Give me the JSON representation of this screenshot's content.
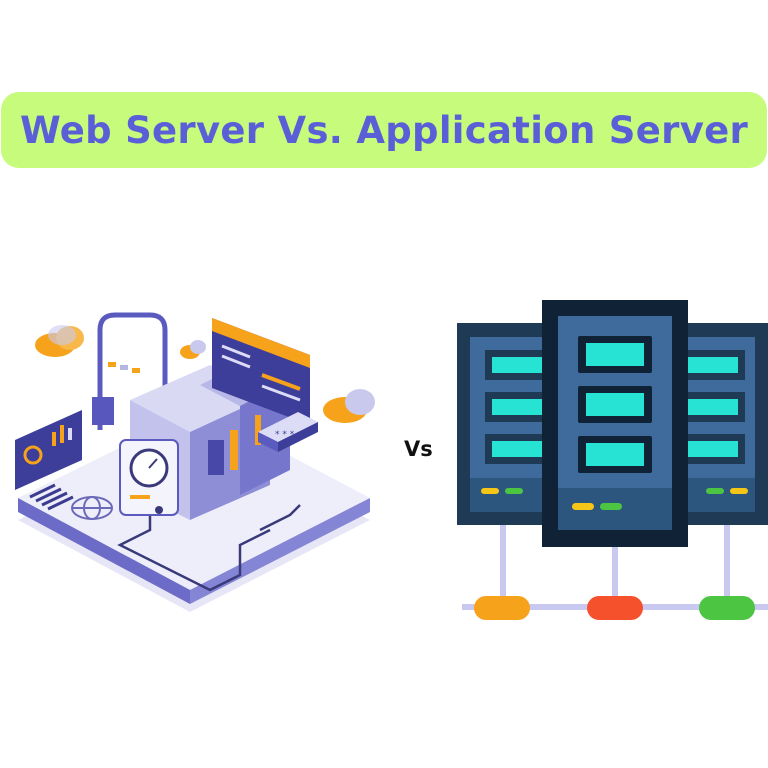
{
  "title": "Web Server Vs. Application Server",
  "vs_label": "Vs",
  "colors": {
    "banner_bg": "#c6fb7c",
    "title_text": "#5a5fd8",
    "rack_dark": "#1e3a55",
    "rack_panel": "#3e6b9c",
    "screen_cyan": "#27e3d4",
    "node_orange": "#f7a21b",
    "node_red": "#f5512c",
    "node_green": "#4cc542"
  },
  "illustrations": {
    "left": "web-server-isometric-illustration",
    "right": "application-server-racks-illustration"
  }
}
